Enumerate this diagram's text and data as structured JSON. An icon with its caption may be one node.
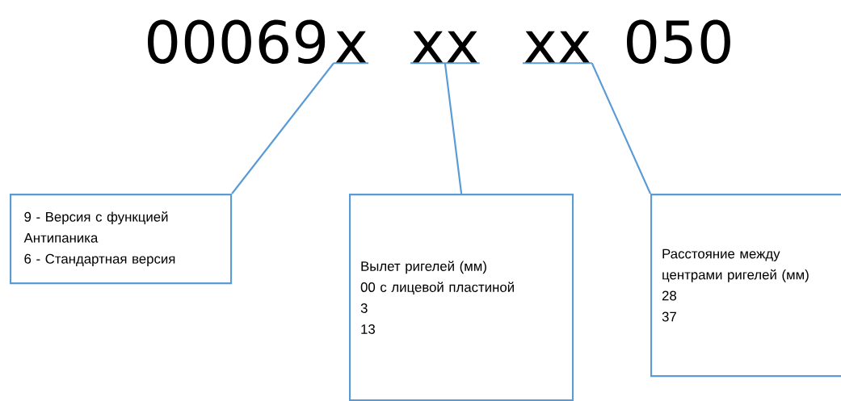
{
  "diagram": {
    "nodes": [
      {
        "text": [
          "x"
        ]
      },
      {
        "text": [
          "xx"
        ]
      },
      {
        "text": [
          "xx"
        ]
      },
      {
        "text": [
          "9 - Версия с функцией Антипаника",
          "6 - Стандартная версия"
        ]
      },
      {
        "text": [
          "Вылет ригелей (мм)",
          "00 с лицевой пластиной",
          "3",
          "13"
        ]
      },
      {
        "text": [
          "Расстояние между центрами ригелей (мм)",
          "28",
          "37"
        ]
      }
    ],
    "edges": [
      {
        "from": 0,
        "to": 3,
        "arrow": "none"
      },
      {
        "from": 1,
        "to": 4,
        "arrow": "none"
      },
      {
        "from": 2,
        "to": 5,
        "arrow": "none"
      }
    ],
    "labels": [
      "00069",
      "050"
    ]
  }
}
